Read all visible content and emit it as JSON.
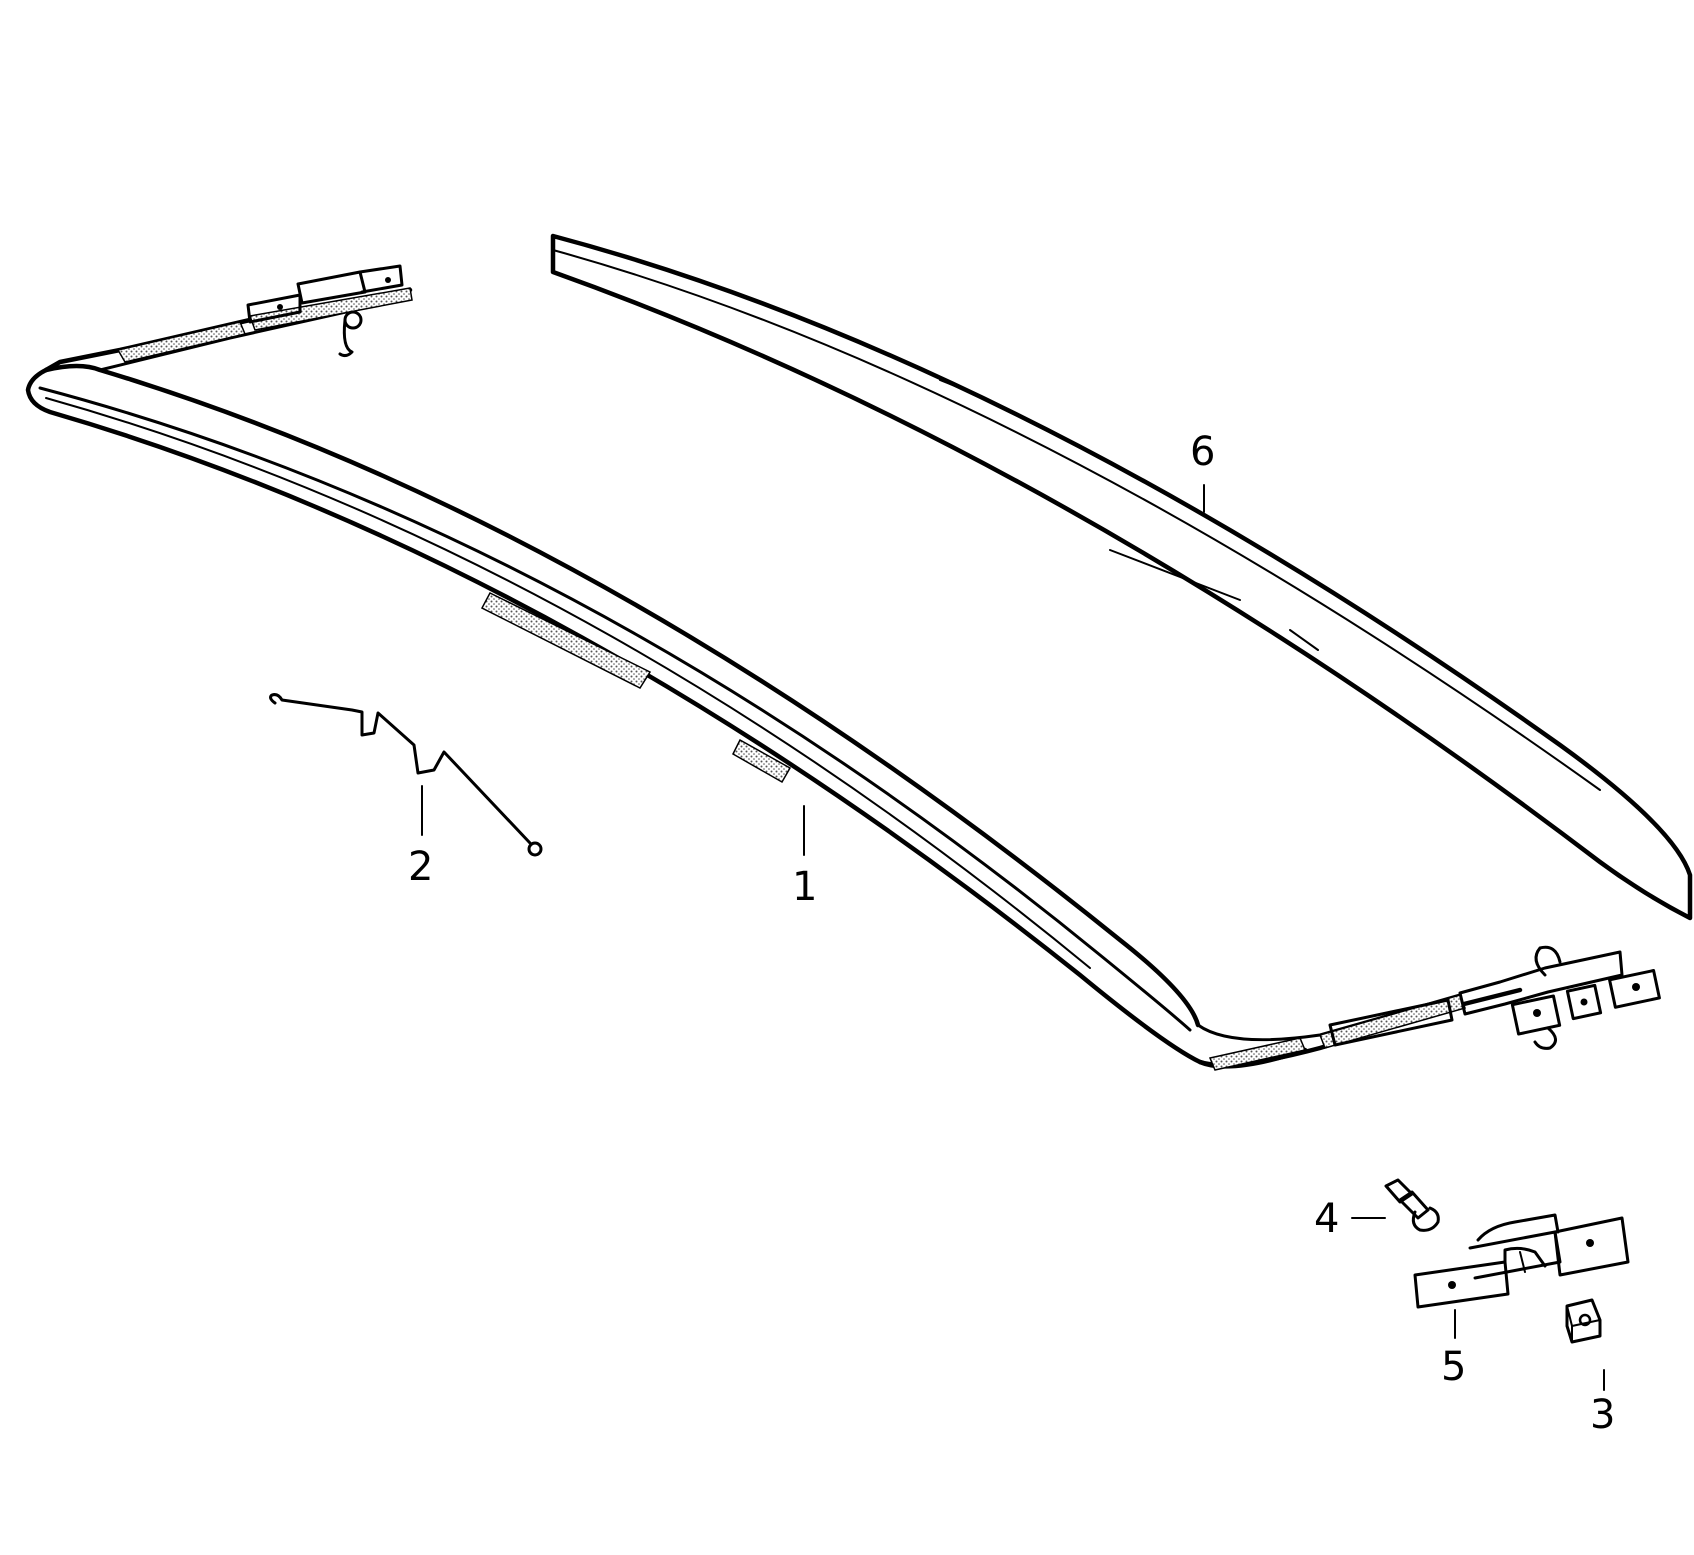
{
  "diagram": {
    "callouts": [
      {
        "id": "part-1",
        "label": "1"
      },
      {
        "id": "part-2",
        "label": "2"
      },
      {
        "id": "part-3",
        "label": "3"
      },
      {
        "id": "part-4",
        "label": "4"
      },
      {
        "id": "part-5",
        "label": "5"
      },
      {
        "id": "part-6",
        "label": "6"
      }
    ],
    "colors": {
      "line": "#000000",
      "background": "#ffffff",
      "stipple": "#555555"
    }
  }
}
